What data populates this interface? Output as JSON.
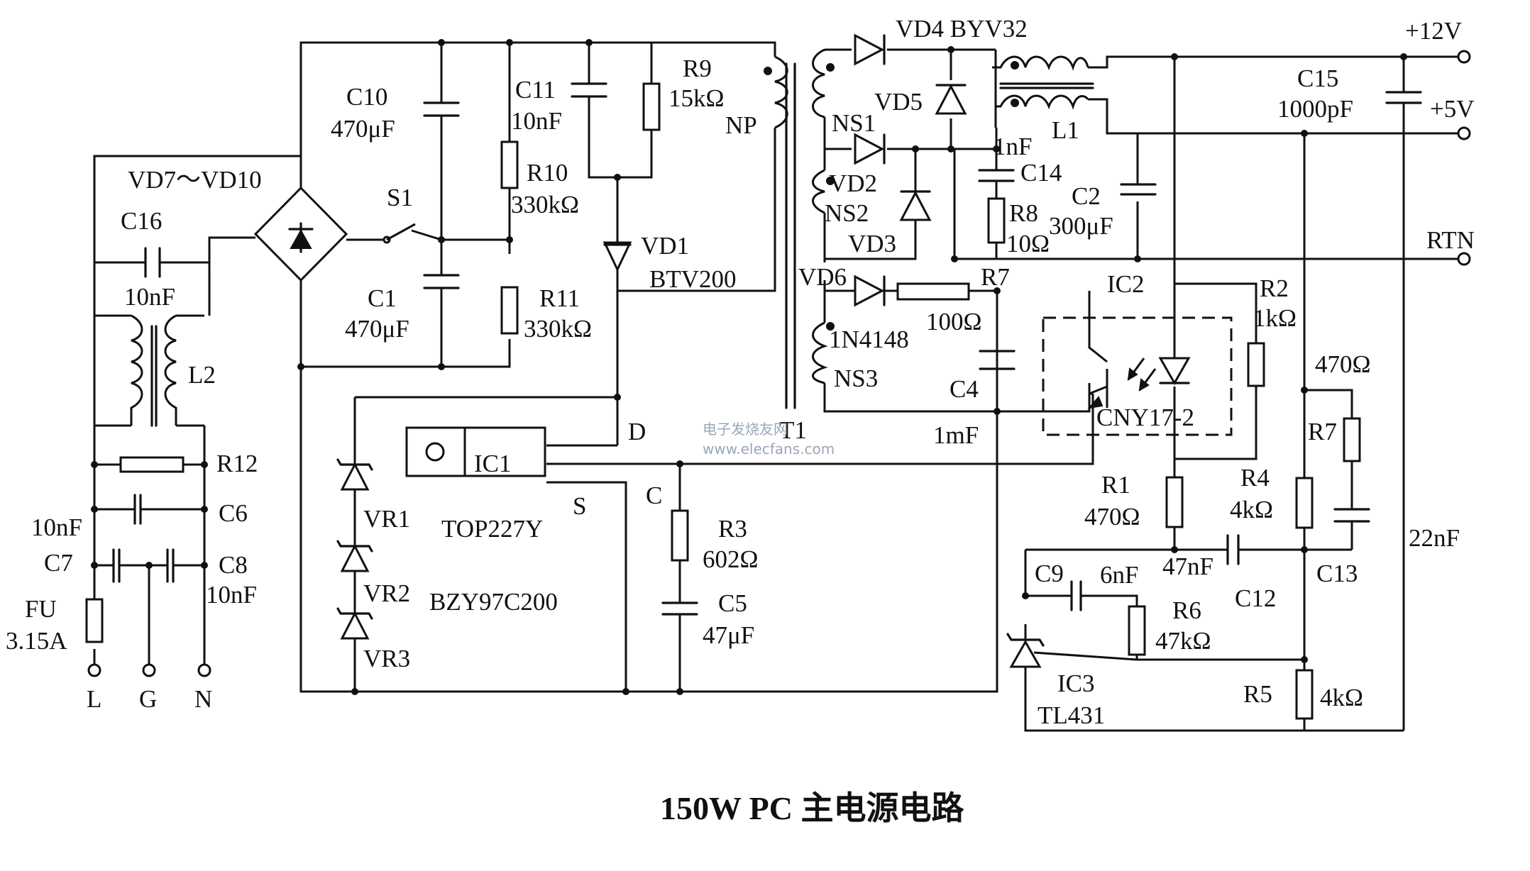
{
  "caption": "150W PC 主电源电路",
  "watermark": {
    "line1": "电子发烧友网",
    "line2": "www.elecfans.com"
  },
  "terminals": {
    "line": "L",
    "ground": "G",
    "neutral": "N",
    "out12": "+12V",
    "out5": "+5V",
    "rtn": "RTN"
  },
  "labels": {
    "fu": "FU",
    "fu_val": "3.15A",
    "c7": "C7",
    "c7_val": "10nF",
    "c8": "C8",
    "c8_val": "10nF",
    "c6": "C6",
    "r12": "R12",
    "l2": "L2",
    "c16": "C16",
    "c16_val": "10nF",
    "bridge": "VD7～VD10",
    "c10": "C10",
    "c10_val": "470μF",
    "c1": "C1",
    "c1_val": "470μF",
    "s1": "S1",
    "c11": "C11",
    "c11_val": "10nF",
    "r10": "R10",
    "r10_val": "330kΩ",
    "r11": "R11",
    "r11_val": "330kΩ",
    "r9": "R9",
    "r9_val": "15kΩ",
    "np": "NP",
    "vd1": "VD1",
    "vd1_val": "BTV200",
    "d_pin": "D",
    "s_pin": "S",
    "c_pin": "C",
    "ic1": "IC1",
    "ic1_val": "TOP227Y",
    "vr1": "VR1",
    "vr2": "VR2",
    "vr3": "VR3",
    "vr_val": "BZY97C200",
    "r3": "R3",
    "r3_val": "602Ω",
    "c5": "C5",
    "c5_val": "47μF",
    "t1": "T1",
    "vd4": "VD4 BYV32",
    "vd5": "VD5",
    "ns1": "NS1",
    "vd2": "VD2",
    "ns2": "NS2",
    "vd3": "VD3",
    "c14_val": "1nF",
    "c14": "C14",
    "r8": "R8",
    "r8_val": "10Ω",
    "l1": "L1",
    "c2": "C2",
    "c2_val": "300μF",
    "c15": "C15",
    "c15_val": "1000pF",
    "vd6": "VD6",
    "vd6_val": "1N4148",
    "ns3": "NS3",
    "r7a": "R7",
    "r7a_val": "100Ω",
    "c4": "C4",
    "c4_val": "1mF",
    "ic2": "IC2",
    "ic2_val": "CNY17-2",
    "r2": "R2",
    "r2_val": "1kΩ",
    "r7b_val": "470Ω",
    "r7b": "R7",
    "r1": "R1",
    "r1_val": "470Ω",
    "r4": "R4",
    "r4_val": "4kΩ",
    "c12_val": "47nF",
    "c12": "C12",
    "c13": "C13",
    "c13_val": "22nF",
    "c9": "C9",
    "c9_val": "6nF",
    "r6": "R6",
    "r6_val": "47kΩ",
    "ic3": "IC3",
    "ic3_val": "TL431",
    "r5": "R5",
    "r5_val": "4kΩ"
  }
}
